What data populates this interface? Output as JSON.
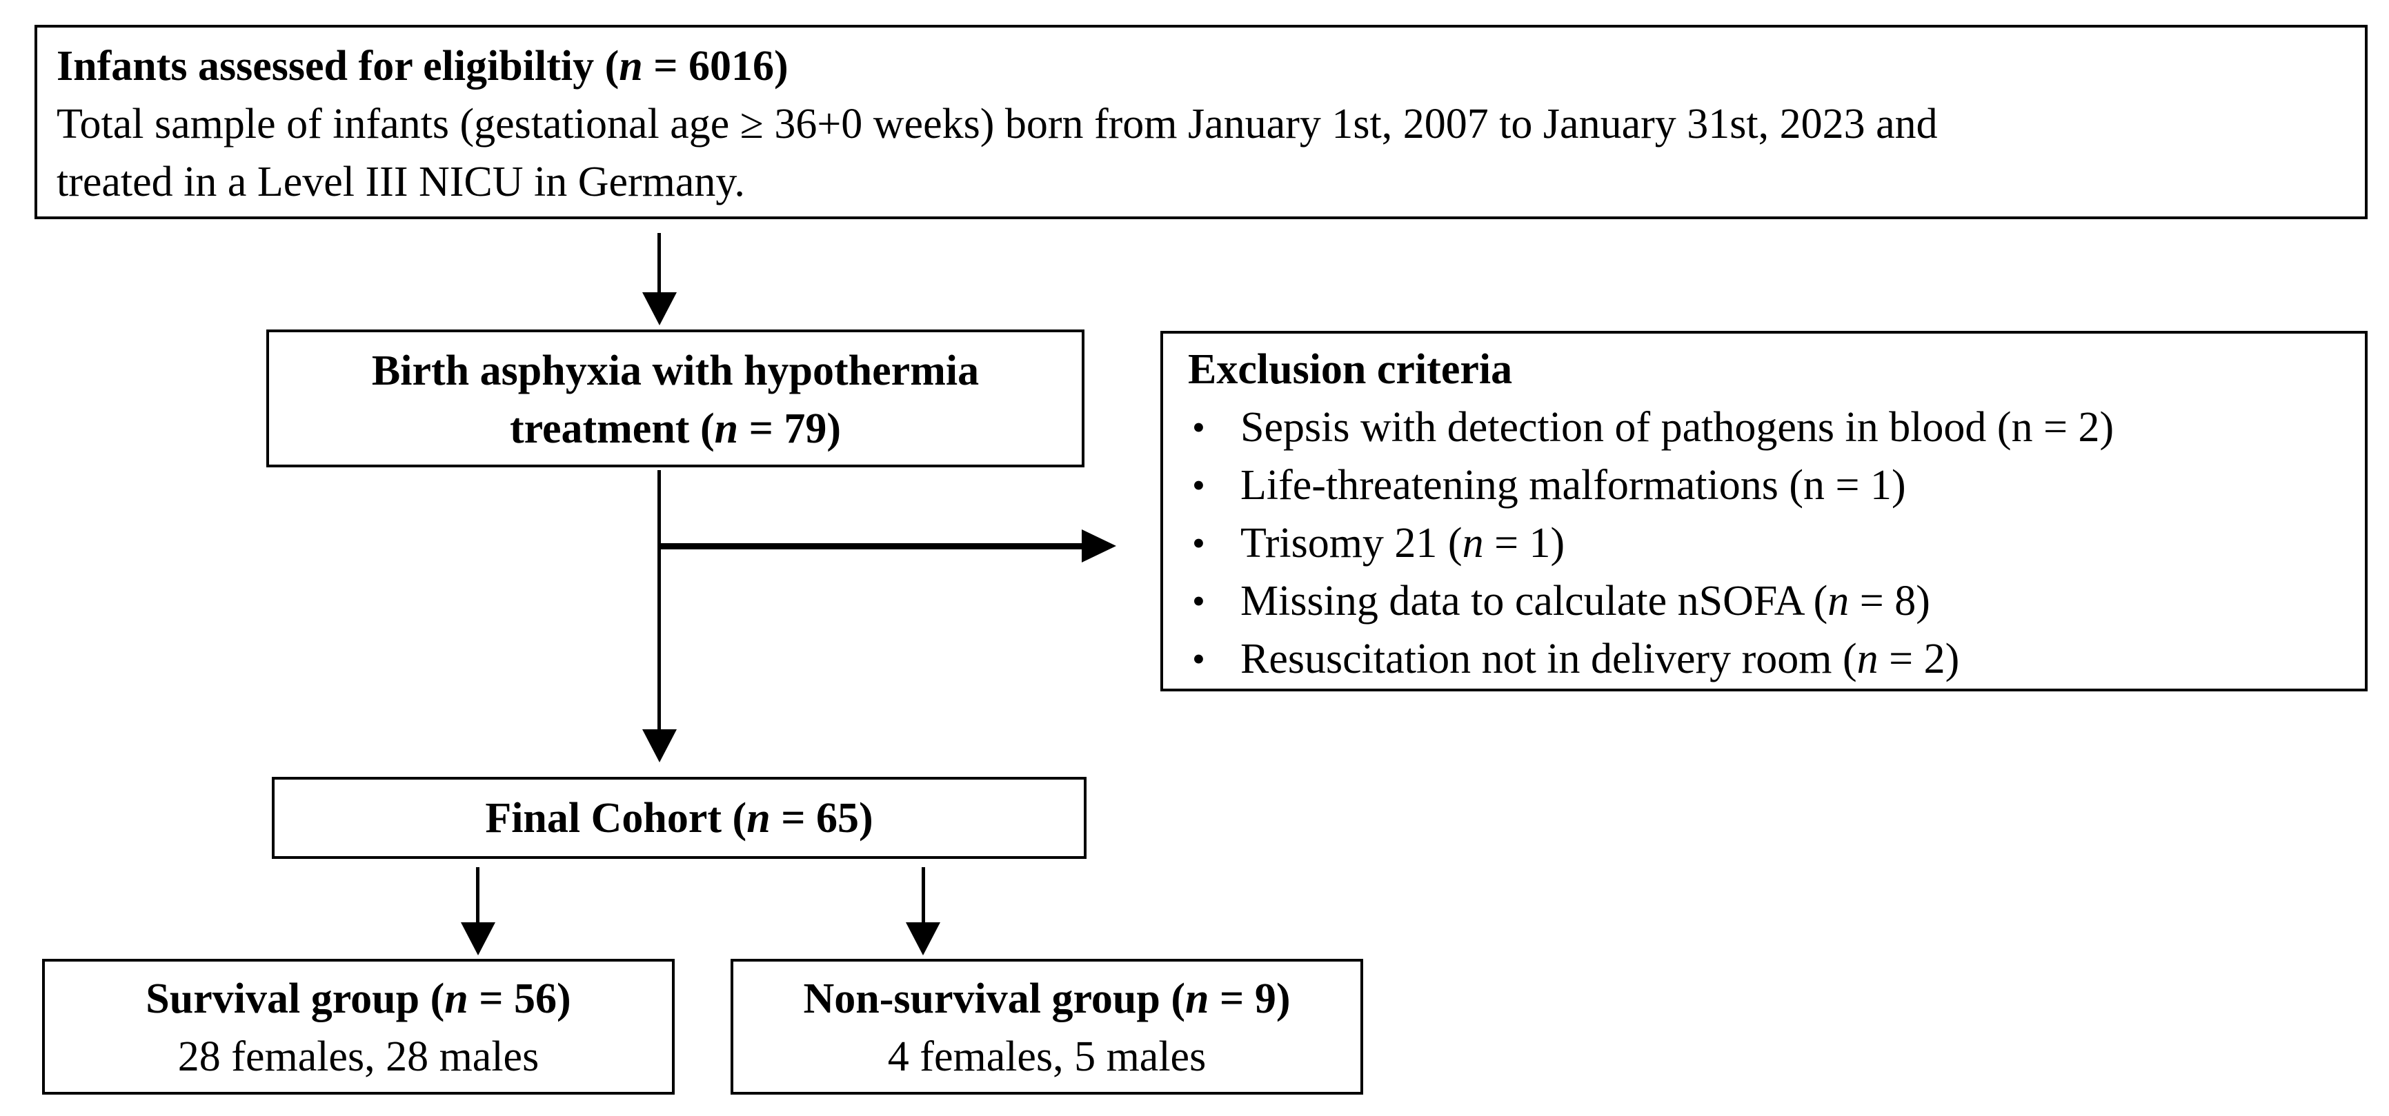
{
  "colors": {
    "background": "#ffffff",
    "box_border": "#000000",
    "text": "#000000",
    "connector": "#000000"
  },
  "bullet_glyph": "•",
  "eligibility_box": {
    "heading_prefix": "Infants assessed for eligibiltiy (",
    "heading_n": "n",
    "heading_suffix": " = 6016)",
    "body_lines": [
      "Total sample of infants (gestational age ≥ 36+0 weeks) born from January 1st, 2007 to January 31st, 2023 and",
      "treated in a Level III NICU in Germany."
    ]
  },
  "asphyxia_box": {
    "line1": "Birth asphyxia with hypothermia",
    "line2_prefix": "treatment (",
    "line2_n": "n",
    "line2_suffix": " = 79)"
  },
  "exclusion_box": {
    "title": "Exclusion criteria",
    "items": [
      {
        "prefix": "Sepsis with detection of pathogens in blood (n = 2)",
        "n": "",
        "suffix": ""
      },
      {
        "prefix": "Life-threatening malformations (n = 1)",
        "n": "",
        "suffix": ""
      },
      {
        "prefix": "Trisomy 21 (",
        "n": "n",
        "suffix": " = 1)"
      },
      {
        "prefix": "Missing data to calculate nSOFA (",
        "n": "n",
        "suffix": " = 8)"
      },
      {
        "prefix": "Resuscitation not in delivery room (",
        "n": "n",
        "suffix": " = 2)"
      }
    ]
  },
  "final_box": {
    "prefix": "Final Cohort (",
    "n": "n",
    "suffix": " = 65)"
  },
  "survival_box": {
    "title_prefix": "Survival group (",
    "n": "n",
    "title_suffix": " = 56)",
    "subtitle": "28 females, 28 males"
  },
  "nonsurvival_box": {
    "title_prefix": "Non-survival group (",
    "n": "n",
    "title_suffix": " = 9)",
    "subtitle": "4 females, 5 males"
  }
}
